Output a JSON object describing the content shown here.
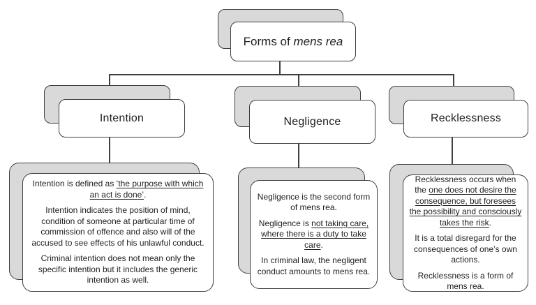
{
  "colors": {
    "border": "#3f3f3f",
    "shadow_fill": "#d9d9d9",
    "box_fill": "#ffffff",
    "text": "#1f1f1f",
    "background": "#ffffff"
  },
  "root": {
    "title_runs": [
      {
        "t": "Forms of ",
        "italic": false
      },
      {
        "t": "mens rea",
        "italic": true
      }
    ]
  },
  "branches": [
    {
      "label": "Intention",
      "paragraphs": [
        {
          "runs": [
            {
              "t": "Intention is defined as ",
              "u": false
            },
            {
              "t": "‘the purpose with which an act is done’",
              "u": true
            },
            {
              "t": ".",
              "u": false
            }
          ]
        },
        {
          "runs": [
            {
              "t": "Intention indicates the position of mind, condition of someone at particular time of commission of offence and also will of the accused to see effects of his unlawful conduct.",
              "u": false
            }
          ]
        },
        {
          "runs": [
            {
              "t": "Criminal intention does not mean only the specific intention but it includes the generic intention as well.",
              "u": false
            }
          ]
        }
      ]
    },
    {
      "label": "Negligence",
      "paragraphs": [
        {
          "runs": [
            {
              "t": "Negligence is the second form of mens rea.",
              "u": false
            }
          ]
        },
        {
          "runs": [
            {
              "t": "Negligence is ",
              "u": false
            },
            {
              "t": "not taking care, where there is a duty to take care",
              "u": true
            },
            {
              "t": ".",
              "u": false
            }
          ]
        },
        {
          "runs": [
            {
              "t": "In criminal law, the negligent conduct amounts to mens rea.",
              "u": false
            }
          ]
        }
      ]
    },
    {
      "label": "Recklessness",
      "paragraphs": [
        {
          "runs": [
            {
              "t": "Recklessness occurs when the ",
              "u": false
            },
            {
              "t": "one does not desire the consequence, but foresees the possibility and consciously takes the risk",
              "u": true
            },
            {
              "t": ".",
              "u": false
            }
          ]
        },
        {
          "runs": [
            {
              "t": "It is a total disregard for the consequences of one’s own actions.",
              "u": false
            }
          ]
        },
        {
          "runs": [
            {
              "t": "Recklessness is a form of mens rea.",
              "u": false
            }
          ]
        }
      ]
    }
  ]
}
